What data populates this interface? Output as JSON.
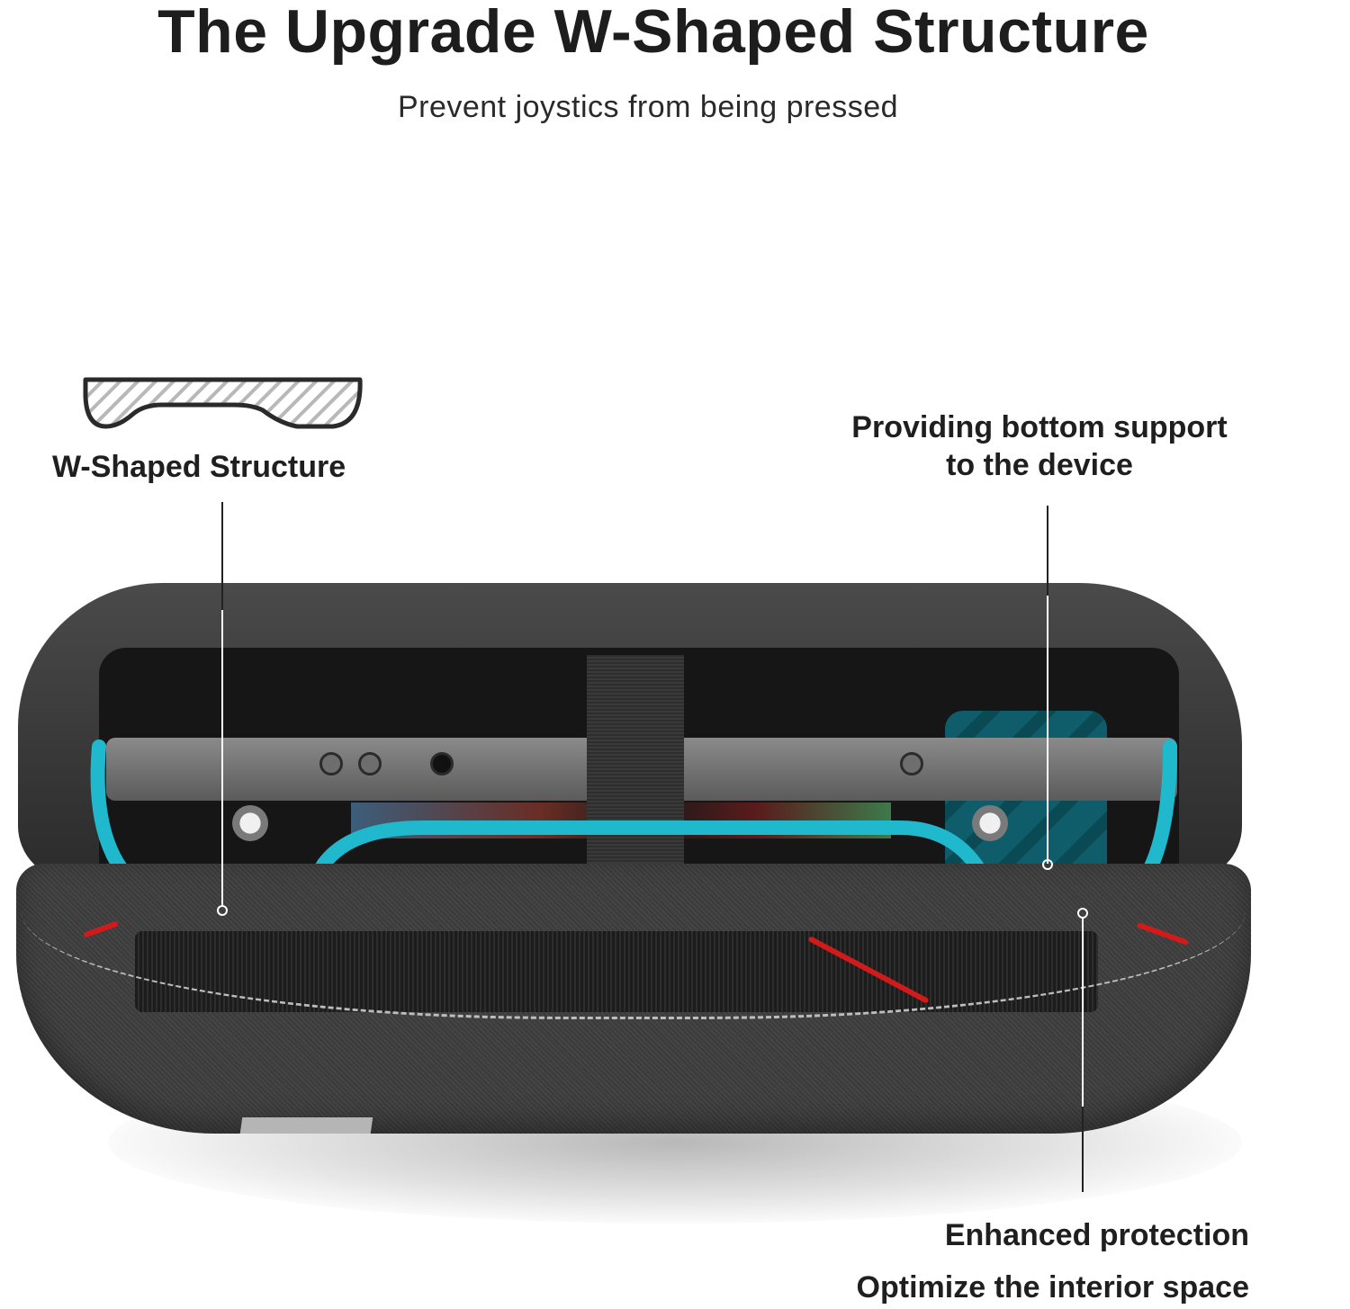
{
  "header": {
    "title": "The Upgrade W-Shaped Structure",
    "subtitle": "Prevent joystics from being pressed"
  },
  "callouts": {
    "w_shaped": {
      "label": "W-Shaped Structure",
      "icon": "w-shape-cross-section-icon"
    },
    "bottom_support": {
      "line1": "Providing bottom support",
      "line2": "to the device"
    },
    "enhanced": {
      "label": "Enhanced protection"
    },
    "optimize": {
      "label": "Optimize the interior space"
    }
  },
  "colors": {
    "accent_teal": "#1fb8cc",
    "text": "#1e1e1e",
    "bag": "#3a3a3a",
    "cord_red": "#d11a1a"
  }
}
